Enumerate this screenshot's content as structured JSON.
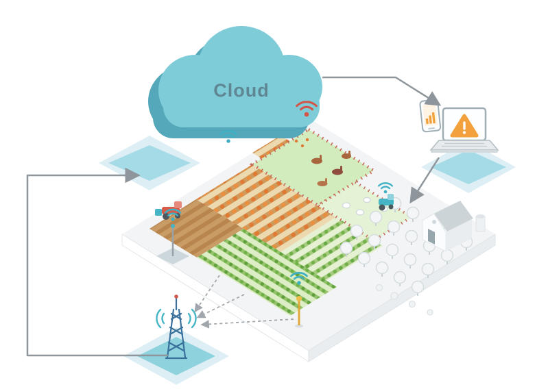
{
  "scene": {
    "cloud": {
      "label": "Cloud"
    },
    "colors": {
      "cloud": "#7fccd9",
      "cloud_shadow": "#54a8b9",
      "cloud_text": "#5f8793",
      "platform_light": "#ddeff4",
      "platform_teal": "#a4dbe6",
      "farm_surface": "#f2f4f5",
      "arrow": "#8f969b",
      "wifi": "#3fb0c3",
      "wifi_alert": "#d2574a",
      "warning": "#f2a13c",
      "tower": "#39719c",
      "crop_orange": "#e07a33",
      "crop_green": "#6fae47",
      "soil": "#c99c66",
      "pasture": "#d2ecbe"
    },
    "icons": {
      "wifi": "wifi-signal-arcs",
      "wifi_alert": "wifi-signal-arcs-red",
      "warning": "alert-triangle-exclamation",
      "cloud": "cloud-shape",
      "tower": "radio-mast-with-waves",
      "laptop": "laptop-with-alert-screen",
      "phone": "smartphone-with-chart",
      "barn": "farm-barn",
      "tree": "round-tree",
      "sensor": "field-sensor-pole",
      "tractor": "farm-vehicle"
    },
    "elements": [
      "cloud",
      "smart-farm-plot",
      "livestock-pasture",
      "sheep-pasture",
      "pumpkin-rows",
      "green-crop-rows",
      "plowed-field",
      "orchard-trees",
      "barn",
      "red-harvester",
      "teal-tractor",
      "field-sensors",
      "cell-tower",
      "laptop-alert",
      "smartphone"
    ]
  }
}
